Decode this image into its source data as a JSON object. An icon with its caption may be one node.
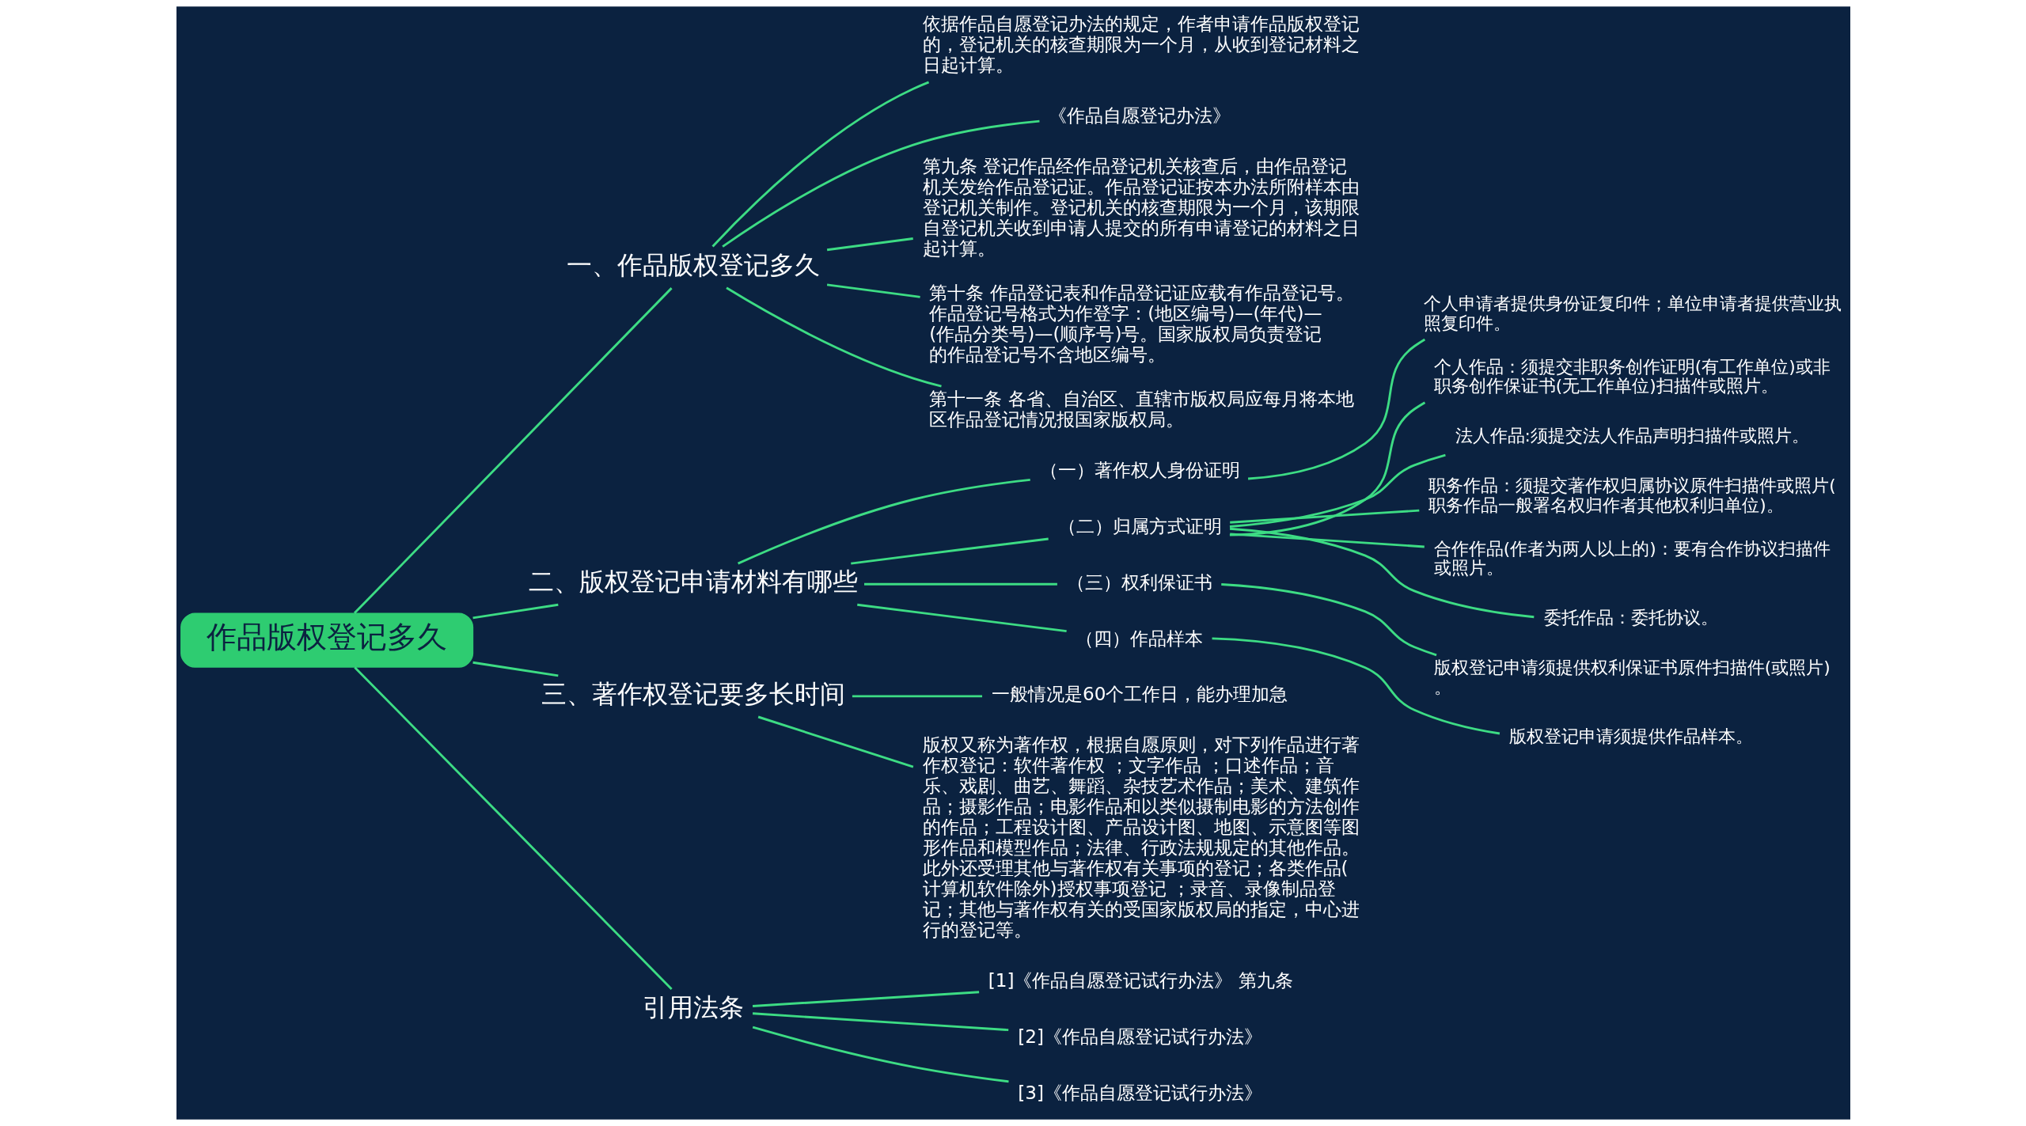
{
  "diagram": {
    "nodes": [
      {
        "text": [
          "作品版权登记多久"
        ]
      },
      {
        "text": [
          "一、作品版权登记多久"
        ]
      },
      {
        "text": [
          "依据作品自愿登记办法的规定，作者申请作品版权登记的，登记机关的核查期限为一个月，从收到登记材料之日起计算。"
        ]
      },
      {
        "text": [
          "《作品自愿登记办法》"
        ]
      },
      {
        "text": [
          "第九条 登记作品经作品登记机关核查后，由作品登记机关发给作品登记证。作品登记证按本办法所附样本由登记机关制作。登记机关的核查期限为一个月，该期限自登记机关收到申请人提交的所有申请登记的材料之日起计算。"
        ]
      },
      {
        "text": [
          "第十条 作品登记表和作品登记证应载有作品登记号。作品登记号格式为作登字：(地区编号)—(年代)—(作品分类号)—(顺序号)号。国家版权局负责登记的作品登记号不含地区编号。"
        ]
      },
      {
        "text": [
          "第十一条 各省、自治区、直辖市版权局应每月将本地区作品登记情况报国家版权局。"
        ]
      },
      {
        "text": [
          "二、版权登记申请材料有哪些"
        ]
      },
      {
        "text": [
          "（一）著作权人身份证明"
        ]
      },
      {
        "text": [
          "个人申请者提供身份证复印件；单位申请者提供营业执照复印件。"
        ]
      },
      {
        "text": [
          "（二）归属方式证明"
        ]
      },
      {
        "text": [
          "个人作品：须提交非职务创作证明(有工作单位)或非职务创作保证书(无工作单位)扫描件或照片。"
        ]
      },
      {
        "text": [
          "法人作品:须提交法人作品声明扫描件或照片。"
        ]
      },
      {
        "text": [
          "职务作品：须提交著作权归属协议原件扫描件或照片(职务作品一般署名权归作者其他权利归单位)。"
        ]
      },
      {
        "text": [
          "合作作品(作者为两人以上的)：要有合作协议扫描件或照片。"
        ]
      },
      {
        "text": [
          "委托作品：委托协议。"
        ]
      },
      {
        "text": [
          "（三）权利保证书"
        ]
      },
      {
        "text": [
          "版权登记申请须提供权利保证书原件扫描件(或照片)。"
        ]
      },
      {
        "text": [
          "（四）作品样本"
        ]
      },
      {
        "text": [
          "版权登记申请须提供作品样本。"
        ]
      },
      {
        "text": [
          "三、著作权登记要多长时间"
        ]
      },
      {
        "text": [
          "一般情况是60个工作日，能办理加急"
        ]
      },
      {
        "text": [
          "版权又称为著作权，根据自愿原则，对下列作品进行著作权登记：软件著作权 ；文字作品 ；口述作品；音乐、戏剧、曲艺、舞蹈、杂技艺术作品；美术、建筑作品；摄影作品；电影作品和以类似摄制电影的方法创作的作品；工程设计图、产品设计图、地图、示意图等图形作品和模型作品；法律、行政法规规定的其他作品。此外还受理其他与著作权有关事项的登记；各类作品(计算机软件除外)授权事项登记 ；录音、录像制品登记；其他与著作权有关的受国家版权局的指定，中心进行的登记等。"
        ]
      },
      {
        "text": [
          "引用法条"
        ]
      },
      {
        "text": [
          "[1]《作品自愿登记试行办法》 第九条"
        ]
      },
      {
        "text": [
          "[2]《作品自愿登记试行办法》"
        ]
      },
      {
        "text": [
          "[3]《作品自愿登记试行办法》"
        ]
      }
    ],
    "edges": [
      {
        "from": 0,
        "to": 1,
        "arrow": "none"
      },
      {
        "from": 1,
        "to": 2,
        "arrow": "none"
      },
      {
        "from": 1,
        "to": 3,
        "arrow": "none"
      },
      {
        "from": 1,
        "to": 4,
        "arrow": "none"
      },
      {
        "from": 1,
        "to": 5,
        "arrow": "none"
      },
      {
        "from": 1,
        "to": 6,
        "arrow": "none"
      },
      {
        "from": 0,
        "to": 7,
        "arrow": "none"
      },
      {
        "from": 7,
        "to": 8,
        "arrow": "none"
      },
      {
        "from": 8,
        "to": 9,
        "arrow": "none"
      },
      {
        "from": 7,
        "to": 10,
        "arrow": "none"
      },
      {
        "from": 10,
        "to": 11,
        "arrow": "none"
      },
      {
        "from": 10,
        "to": 12,
        "arrow": "none"
      },
      {
        "from": 10,
        "to": 13,
        "arrow": "none"
      },
      {
        "from": 10,
        "to": 14,
        "arrow": "none"
      },
      {
        "from": 10,
        "to": 15,
        "arrow": "none"
      },
      {
        "from": 7,
        "to": 16,
        "arrow": "none"
      },
      {
        "from": 16,
        "to": 17,
        "arrow": "none"
      },
      {
        "from": 7,
        "to": 18,
        "arrow": "none"
      },
      {
        "from": 18,
        "to": 19,
        "arrow": "none"
      },
      {
        "from": 0,
        "to": 20,
        "arrow": "none"
      },
      {
        "from": 20,
        "to": 21,
        "arrow": "none"
      },
      {
        "from": 20,
        "to": 22,
        "arrow": "none"
      },
      {
        "from": 0,
        "to": 23,
        "arrow": "none"
      },
      {
        "from": 23,
        "to": 24,
        "arrow": "none"
      },
      {
        "from": 23,
        "to": 25,
        "arrow": "none"
      },
      {
        "from": 23,
        "to": 26,
        "arrow": "none"
      }
    ]
  }
}
